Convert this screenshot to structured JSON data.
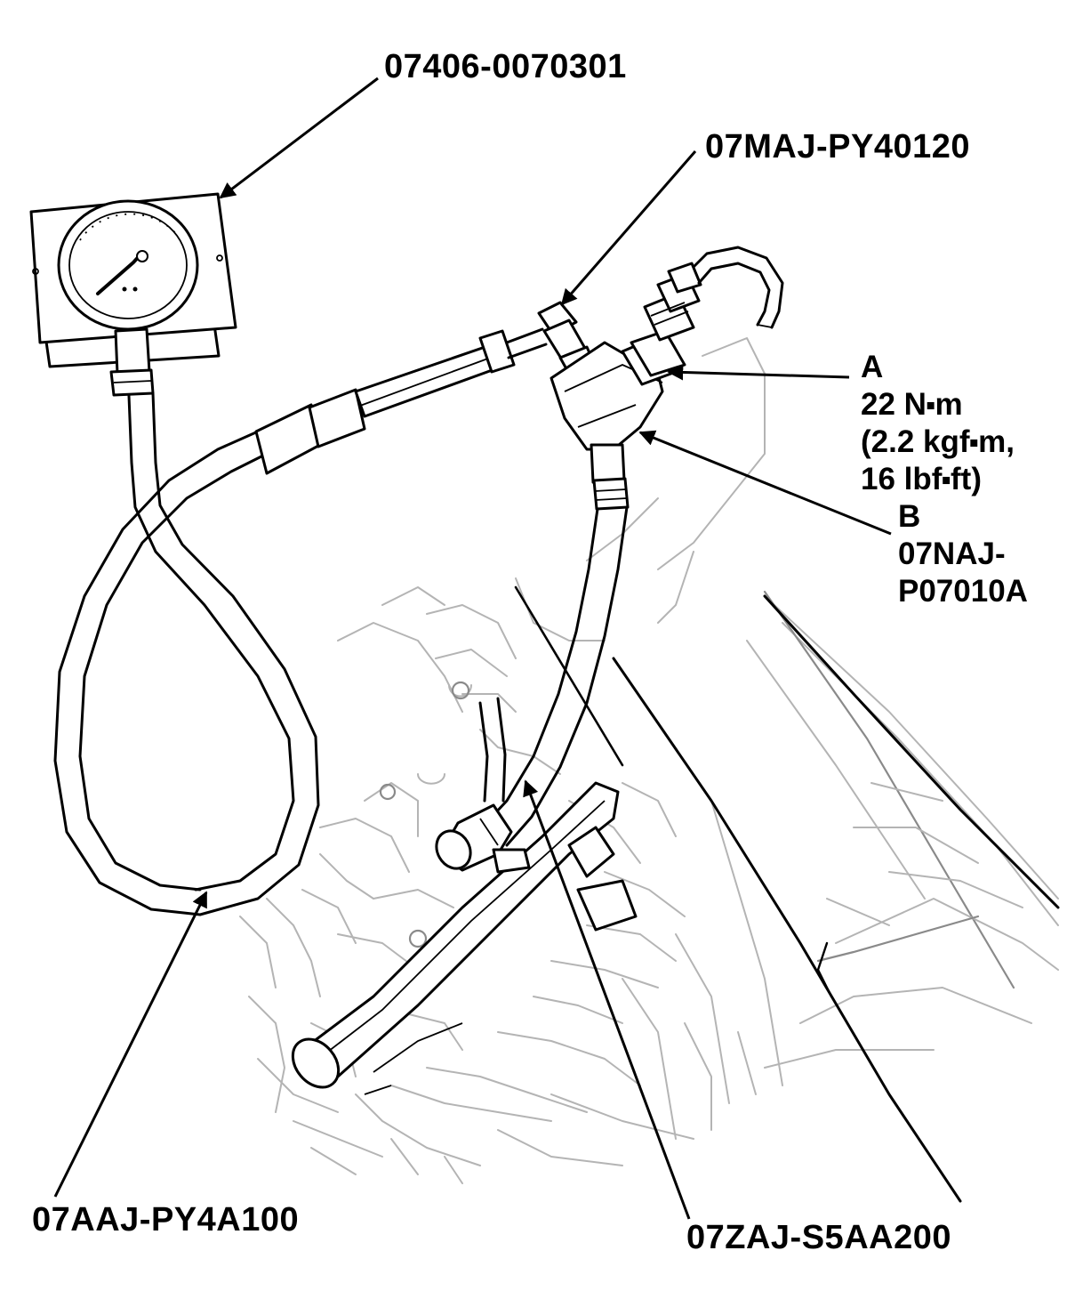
{
  "labels": {
    "gauge": "07406-0070301",
    "adapter": "07MAJ-PY40120",
    "callout_a_letter": "A",
    "callout_a_torque_1": "22 N⬝m",
    "callout_a_torque_2": "(2.2 kgf⬝m,",
    "callout_a_torque_3": "16 lbf⬝ft)",
    "callout_b_letter": "B",
    "callout_b_part_1": "07NAJ-",
    "callout_b_part_2": "P07010A",
    "hose": "07AAJ-PY4A100",
    "attachment": "07ZAJ-S5AA200"
  },
  "colors": {
    "line": "#000000",
    "background_art": "#b4b4b4",
    "paper": "#ffffff"
  }
}
